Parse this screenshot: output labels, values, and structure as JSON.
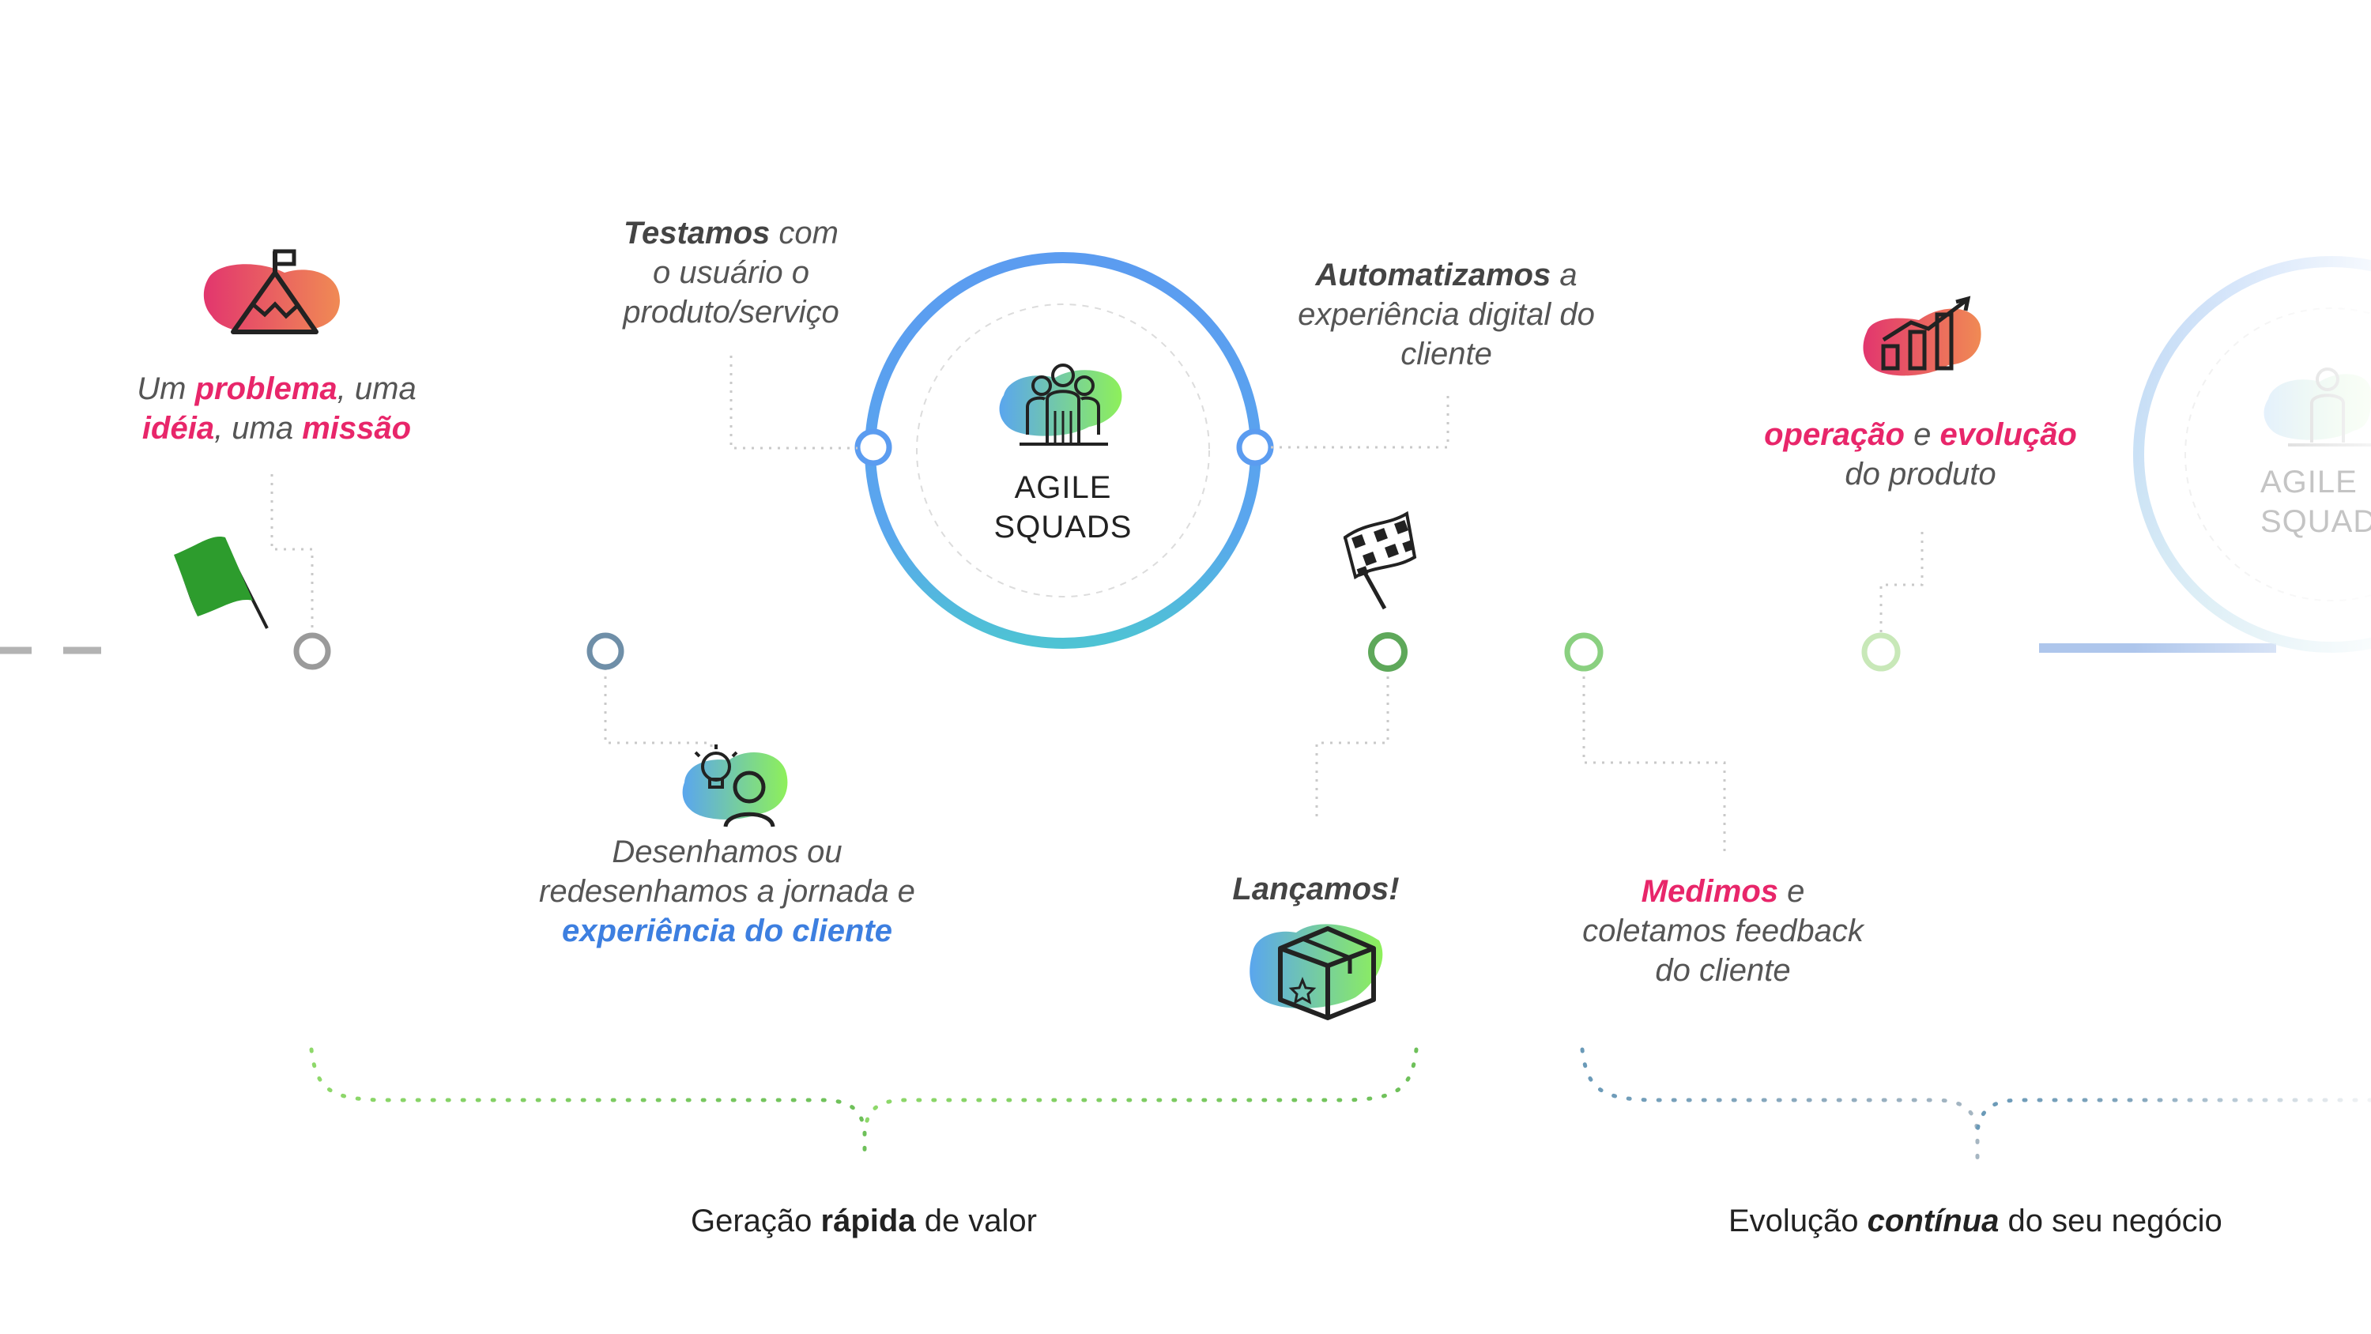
{
  "colors": {
    "pink": "#e8266a",
    "blue": "#3d7fe0",
    "green": "#8ef05a",
    "grey": "#b3b3b3",
    "ring_blue": "#5b9cf0"
  },
  "steps": {
    "problem": {
      "pre": "Um ",
      "b1": "problema",
      "mid1": ", uma",
      "b2": "idéia",
      "mid2": ", uma ",
      "b3": "missão",
      "icon": "mountain-flag-icon"
    },
    "test": {
      "b1": "Testamos",
      "rest1": " com",
      "line2": "o usuário o",
      "line3": "produto/serviço"
    },
    "squad": {
      "line1": "AGILE",
      "line2": "SQUADS",
      "icon": "team-icon"
    },
    "automate": {
      "b1": "Automatizamos",
      "rest1": " a",
      "line2": "experiência digital do",
      "line3": "cliente"
    },
    "operation": {
      "b1": "operação",
      "mid": " e ",
      "b2": "evolução",
      "line2": "do produto",
      "icon": "growth-chart-icon"
    },
    "design": {
      "line1": "Desenhamos ou",
      "line2": "redesenhamos a jornada e",
      "b1": "experiência do cliente",
      "icon": "idea-person-icon"
    },
    "launch": {
      "b1": "Lançamos!",
      "icon": "package-icon"
    },
    "measure": {
      "b1": "Medimos",
      "rest1": " e",
      "line2": "coletamos feedback",
      "line3": "do cliente"
    }
  },
  "footer": {
    "left": {
      "pre": "Geração ",
      "b": "rápida",
      "post": " de valor"
    },
    "right": {
      "pre": "Evolução ",
      "b": "contínua",
      "post": " do seu negócio"
    }
  },
  "icons": [
    "start-flag-icon",
    "checkered-flag-icon"
  ]
}
